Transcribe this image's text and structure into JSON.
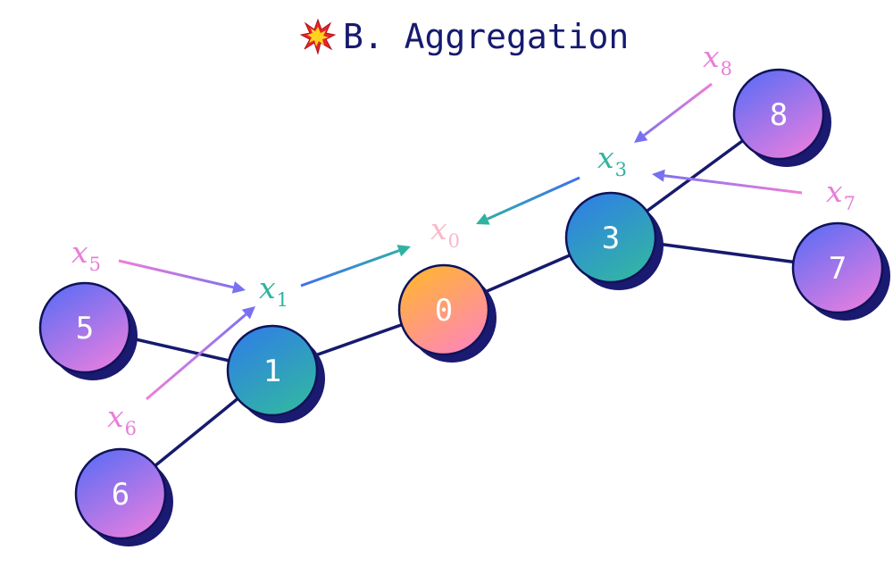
{
  "title": {
    "icon": "explosion-icon",
    "text": "B. Aggregation"
  },
  "colors": {
    "edge": "#161a6e",
    "node_outline": "#0f1258",
    "node_shadow": "#1a1a70",
    "node_purple": [
      "#5b6cf5",
      "#e57ee0"
    ],
    "node_teal": [
      "#2f7ee6",
      "#32b6a3"
    ],
    "node_root": [
      "#ffb62e",
      "#ff86b8"
    ],
    "leaf_message": "#e97ed8",
    "mid_message": "#2fb3a1",
    "root_message": "#f9b9c8"
  },
  "nodes": [
    {
      "id": "0",
      "label": "0",
      "style": "root"
    },
    {
      "id": "1",
      "label": "1",
      "style": "teal"
    },
    {
      "id": "3",
      "label": "3",
      "style": "teal"
    },
    {
      "id": "5",
      "label": "5",
      "style": "purple"
    },
    {
      "id": "6",
      "label": "6",
      "style": "purple"
    },
    {
      "id": "7",
      "label": "7",
      "style": "purple"
    },
    {
      "id": "8",
      "label": "8",
      "style": "purple"
    }
  ],
  "edges": [
    [
      "0",
      "1"
    ],
    [
      "0",
      "3"
    ],
    [
      "1",
      "5"
    ],
    [
      "1",
      "6"
    ],
    [
      "3",
      "7"
    ],
    [
      "3",
      "8"
    ]
  ],
  "messages": [
    {
      "id": "x5",
      "base": "x",
      "sub": "5",
      "color": "leaf_message"
    },
    {
      "id": "x6",
      "base": "x",
      "sub": "6",
      "color": "leaf_message"
    },
    {
      "id": "x7",
      "base": "x",
      "sub": "7",
      "color": "leaf_message"
    },
    {
      "id": "x8",
      "base": "x",
      "sub": "8",
      "color": "leaf_message"
    },
    {
      "id": "x1",
      "base": "x",
      "sub": "1",
      "color": "mid_message"
    },
    {
      "id": "x3",
      "base": "x",
      "sub": "3",
      "color": "mid_message"
    },
    {
      "id": "x0",
      "base": "x",
      "sub": "0",
      "color": "root_message"
    }
  ],
  "flows": [
    {
      "from": "x5",
      "to": "x1"
    },
    {
      "from": "x6",
      "to": "x1"
    },
    {
      "from": "x7",
      "to": "x3"
    },
    {
      "from": "x8",
      "to": "x3"
    },
    {
      "from": "x1",
      "to": "x0"
    },
    {
      "from": "x3",
      "to": "x0"
    }
  ]
}
